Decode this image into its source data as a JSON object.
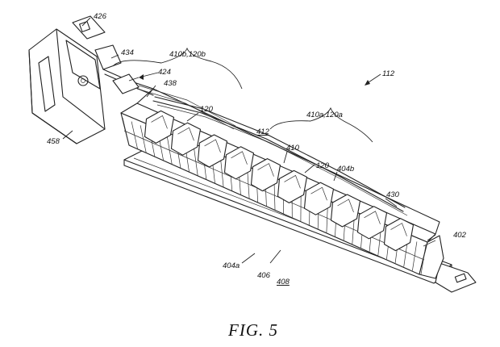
{
  "figure": {
    "caption": "FIG. 5",
    "labels": {
      "r426": "426",
      "r434": "434",
      "r410b120b": "410b,120b",
      "r424": "424",
      "r438": "438",
      "r112": "112",
      "r120_top": "120",
      "r410a120a": "410a,120a",
      "r412": "412",
      "r458": "458",
      "r410": "410",
      "r120_mid": "120",
      "r404b": "404b",
      "r430": "430",
      "r402": "402",
      "r404a": "404a",
      "r406": "406",
      "r408": "408"
    }
  }
}
